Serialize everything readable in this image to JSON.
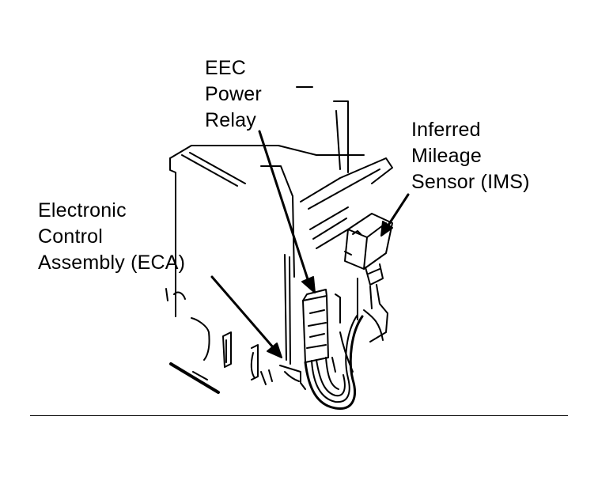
{
  "labels": {
    "eec_power_relay": [
      "EEC",
      "Power",
      "Relay"
    ],
    "inferred_mileage_sensor": [
      "Inferred",
      "Mileage",
      "Sensor (IMS)"
    ],
    "electronic_control_assembly": [
      "Electronic",
      "Control",
      "Assembly (ECA)"
    ]
  }
}
